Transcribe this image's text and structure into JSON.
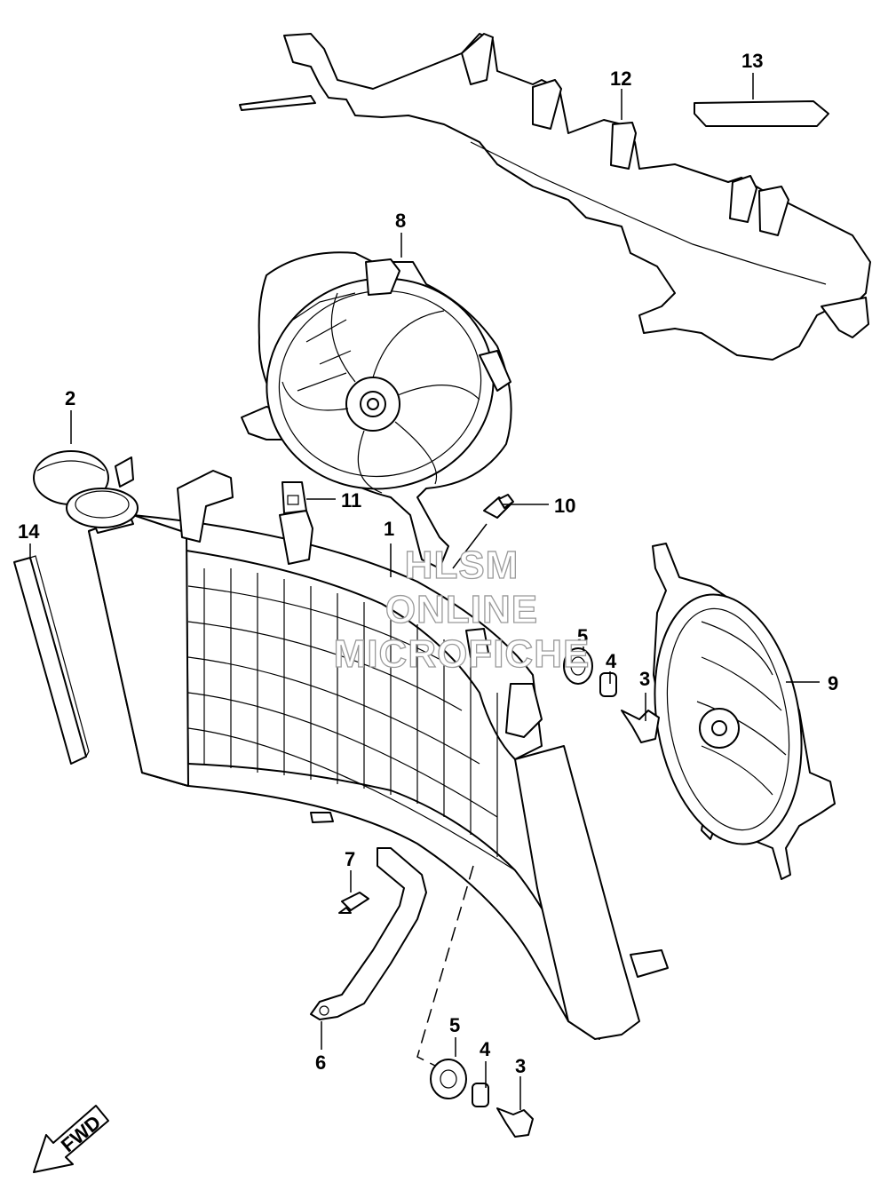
{
  "labels": {
    "p1": "1",
    "p2": "2",
    "p3a": "3",
    "p3b": "3",
    "p4a": "4",
    "p4b": "4",
    "p5a": "5",
    "p5b": "5",
    "p6": "6",
    "p7": "7",
    "p8": "8",
    "p9": "9",
    "p10": "10",
    "p11": "11",
    "p12": "12",
    "p13": "13",
    "p14": "14"
  },
  "watermark": {
    "line1": "HLSM",
    "line2": "ONLINE",
    "line3": "MICROFICHE"
  },
  "fwd": "FWD"
}
